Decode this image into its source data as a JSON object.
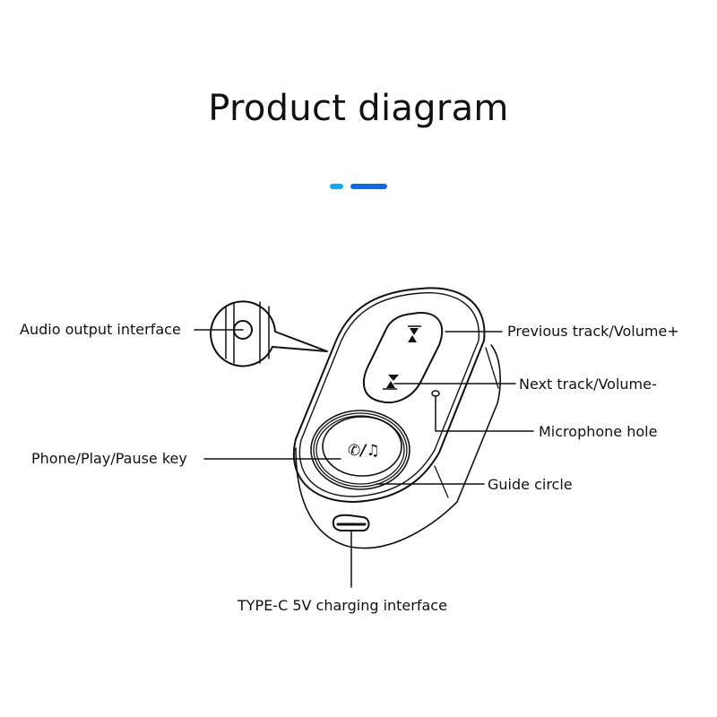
{
  "title": "Product diagram",
  "accent": {
    "short_color": "#1aa3f0",
    "long_color": "#1565e0"
  },
  "labels": {
    "audio_output": "Audio output interface",
    "phone_play_pause": "Phone/Play/Pause key",
    "previous_track": "Previous track/Volume+",
    "next_track": "Next track/Volume-",
    "microphone": "Microphone hole",
    "guide_circle": "Guide circle",
    "type_c": "TYPE-C 5V charging interface"
  },
  "icons": {
    "play_button_glyph": "phone-music-icon",
    "previous_glyph": "previous-track-icon",
    "next_glyph": "next-track-icon"
  }
}
